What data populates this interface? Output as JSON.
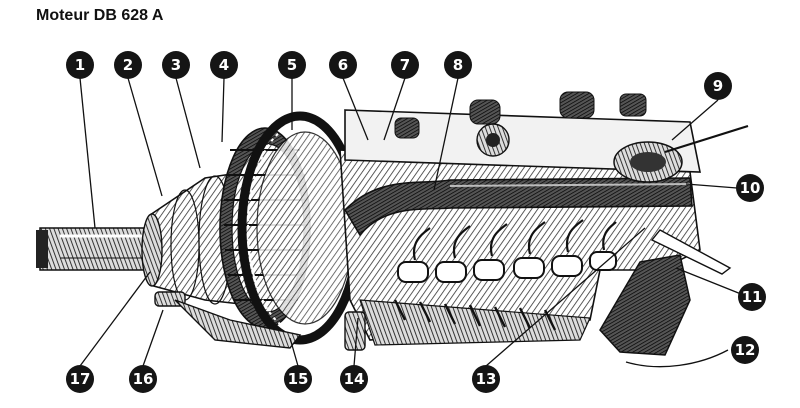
{
  "title": "Moteur DB 628 A",
  "callouts": [
    {
      "number": "1"
    },
    {
      "number": "2"
    },
    {
      "number": "3"
    },
    {
      "number": "4"
    },
    {
      "number": "5"
    },
    {
      "number": "6"
    },
    {
      "number": "7"
    },
    {
      "number": "8"
    },
    {
      "number": "9"
    },
    {
      "number": "10"
    },
    {
      "number": "11"
    },
    {
      "number": "12"
    },
    {
      "number": "13"
    },
    {
      "number": "14"
    },
    {
      "number": "15"
    },
    {
      "number": "16"
    },
    {
      "number": "17"
    }
  ]
}
